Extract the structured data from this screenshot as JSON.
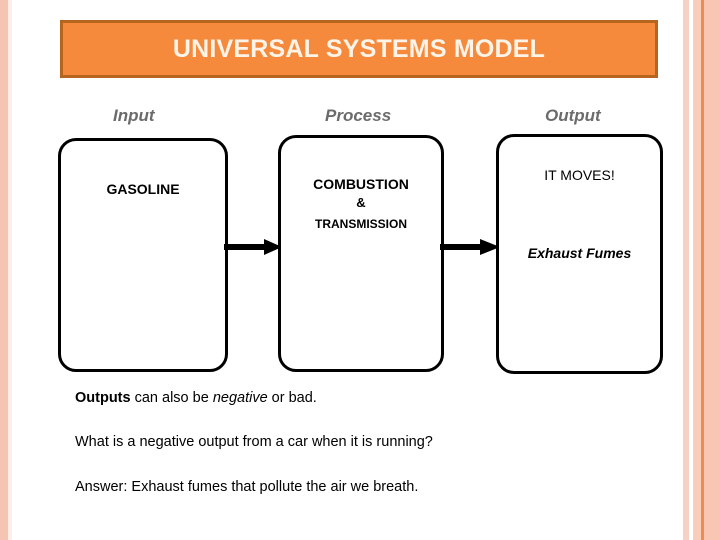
{
  "slide": {
    "title": "UNIVERSAL SYSTEMS MODEL",
    "accent_color": "#f58a3c",
    "accent_border_color": "#b5651d",
    "title_text_color": "#fdf3e7",
    "background_color": "#ffffff",
    "stripe_colors": [
      "#f6c4b2",
      "#fdeee8",
      "#f7d2c4",
      "#f9cdbb",
      "#f08b4f",
      "#f9c6b3"
    ]
  },
  "stage_labels": {
    "input": "Input",
    "process": "Process",
    "output": "Output"
  },
  "boxes": {
    "input": {
      "text": "GASOLINE"
    },
    "process": {
      "line1": "COMBUSTION",
      "line2": "&",
      "line3": "TRANSMISSION"
    },
    "output": {
      "primary": "IT MOVES!",
      "secondary": "Exhaust Fumes"
    }
  },
  "arrows": {
    "input_to_process": "arrow-right-icon",
    "process_to_output": "arrow-right-icon"
  },
  "body_text": {
    "line1_bold": "Outputs",
    "line1_mid": " can also be ",
    "line1_italic": "negative",
    "line1_end": " or bad.",
    "line2": "What is a negative output from a car when it is running?",
    "line3": "Answer:  Exhaust fumes that pollute the air we breath."
  }
}
